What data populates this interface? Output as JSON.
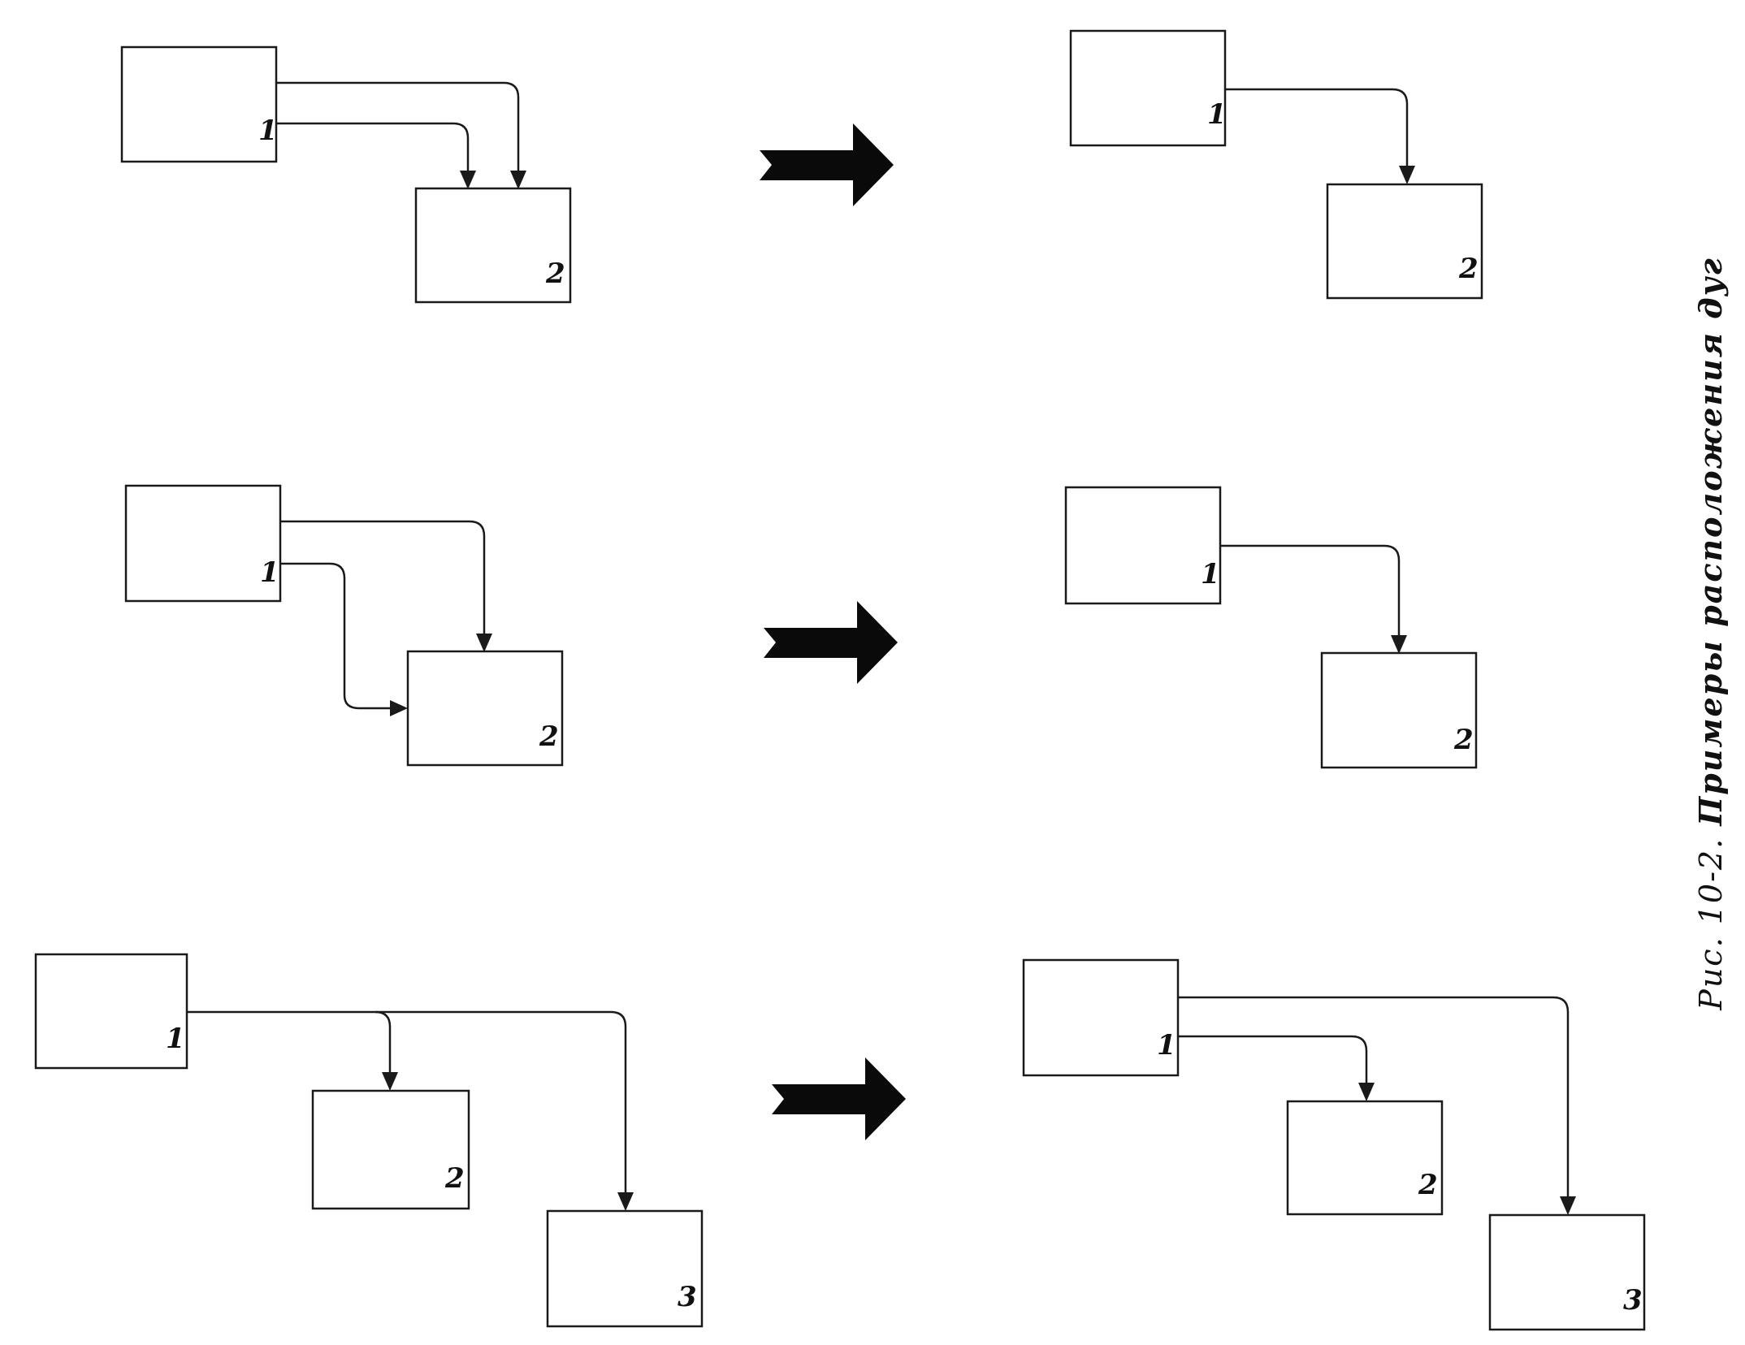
{
  "caption": {
    "prefix": "Рис. 10-2.",
    "text": "Примеры расположения дуг"
  },
  "box_labels": {
    "b1": "1",
    "b2": "2",
    "b3": "3"
  },
  "colors": {
    "ink": "#1a1a1a",
    "background": "#ffffff"
  },
  "rows": [
    {
      "before": {
        "boxes": [
          "1",
          "2"
        ],
        "arrows": 2
      },
      "after": {
        "boxes": [
          "1",
          "2"
        ],
        "arrows": 1
      }
    },
    {
      "before": {
        "boxes": [
          "1",
          "2"
        ],
        "arrows": 2
      },
      "after": {
        "boxes": [
          "1",
          "2"
        ],
        "arrows": 1
      }
    },
    {
      "before": {
        "boxes": [
          "1",
          "2",
          "3"
        ],
        "arrows": 2
      },
      "after": {
        "boxes": [
          "1",
          "2",
          "3"
        ],
        "arrows": 2
      }
    }
  ]
}
